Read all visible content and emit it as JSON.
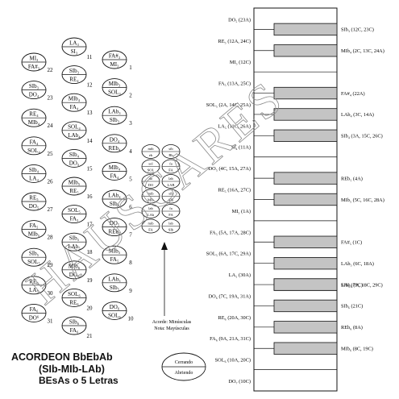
{
  "title": {
    "line1": "ACORDEON BbEbAb",
    "line2": "(SIb-MIb-LAb)",
    "line3": "BEsAs o 5 Letras"
  },
  "watermark": "HAUSCARES",
  "legend": {
    "closing": "Cerrando",
    "opening": "Abriendo",
    "note_line1": "Acorde: Minúsculas",
    "note_line2": "Nota: Mayúsculas"
  },
  "rows": {
    "outer": [
      {
        "num": "22",
        "top": "MI₃",
        "bottom": "FA#₃"
      },
      {
        "num": "23",
        "top": "SIb₃",
        "bottom": "DO₄"
      },
      {
        "num": "24",
        "top": "RE₄",
        "bottom": "MIb₄"
      },
      {
        "num": "25",
        "top": "FA₄",
        "bottom": "SOL₄"
      },
      {
        "num": "26",
        "top": "SIb₄",
        "bottom": "LA₄"
      },
      {
        "num": "27",
        "top": "RE₅",
        "bottom": "DO₅"
      },
      {
        "num": "28",
        "top": "FA₅",
        "bottom": "MIb₅"
      },
      {
        "num": "29",
        "top": "SIb₅",
        "bottom": "SOL₅"
      },
      {
        "num": "30",
        "top": "RE₆",
        "bottom": "LA₅"
      },
      {
        "num": "31",
        "top": "FA₆",
        "bottom": "DO⁶"
      }
    ],
    "middle": [
      {
        "num": "11",
        "top": "LA₃",
        "bottom": "SI₃"
      },
      {
        "num": "12",
        "top": "SIb₃",
        "bottom": "RE₄"
      },
      {
        "num": "13",
        "top": "MIb₄",
        "bottom": "FA₄"
      },
      {
        "num": "14",
        "top": "SOL₄",
        "bottom": "LAb₄"
      },
      {
        "num": "15",
        "top": "SIb₄",
        "bottom": "DO₅"
      },
      {
        "num": "16",
        "top": "MIb₅",
        "bottom": "RE₅"
      },
      {
        "num": "17",
        "top": "SOL₅",
        "bottom": "FA₅"
      },
      {
        "num": "18",
        "top": "SIb₅",
        "bottom": "LAb₅"
      },
      {
        "num": "19",
        "top": "MIb₆",
        "bottom": "DO₆"
      },
      {
        "num": "20",
        "top": "SOL₆",
        "bottom": "RE₆"
      },
      {
        "num": "21",
        "top": "SIb₆",
        "bottom": "FA₆"
      }
    ],
    "inner": [
      {
        "num": "1",
        "top": "FA#₃",
        "bottom": "MI₃"
      },
      {
        "num": "2",
        "top": "MIb₃",
        "bottom": "SOL₃"
      },
      {
        "num": "3",
        "top": "LAb₃",
        "bottom": "SIb₃"
      },
      {
        "num": "4",
        "top": "DO₄",
        "bottom": "REb₄"
      },
      {
        "num": "5",
        "top": "MIb₄",
        "bottom": "FA₄"
      },
      {
        "num": "6",
        "top": "LAb₄",
        "bottom": "SIb₄"
      },
      {
        "num": "7",
        "top": "DO₅",
        "bottom": "REb₅"
      },
      {
        "num": "8",
        "top": "MIb₅",
        "bottom": "FA₅"
      },
      {
        "num": "9",
        "top": "LAb₅",
        "bottom": "SIb₅"
      },
      {
        "num": "10",
        "top": "DO₆",
        "bottom": "SOL₆"
      }
    ]
  },
  "bass_rows": [
    {
      "top": "mib",
      "bottom": "eb",
      "top2": "sib",
      "bottom2": "Bb"
    },
    {
      "top": "sol",
      "bottom": "SOL",
      "top2": "fa",
      "bottom2": "FA"
    },
    {
      "top": "do",
      "bottom": "DO",
      "top2": "lab",
      "bottom2": "LAB"
    },
    {
      "top": "mib",
      "bottom": "MIb",
      "top2": "sib",
      "bottom2": "SIb"
    },
    {
      "top": "lab",
      "bottom": "LAb",
      "top2": "fa",
      "bottom2": "FA"
    },
    {
      "top": "mib",
      "bottom": "FA",
      "top2": "lab",
      "bottom2": "SIb"
    }
  ],
  "keyboard": {
    "white_labels": [
      "DO₅ (23A)",
      "RE₅ (12A, 24C)",
      "MI₅ (12C)",
      "FA₅ (13A, 25C)",
      "SOL₅ (2A, 14C, 25A)",
      "LA₅ (11C, 26A)",
      "SI₄ (11A)",
      "DO₅ (4C, 15A, 27A)",
      "RE₅ (16A, 27C)",
      "MI₅ (1A)",
      "FA₅ (5A, 17A, 28C)",
      "SOL₅ (6A, 17C, 29A)",
      "LA₅ (30A)",
      "DO₆ (7C, 19A, 31A)",
      "RE₆ (20A, 30C)",
      "FA₆ (9A, 21A, 31C)",
      "SOL₆ (10A, 20C)",
      "DO₇ (10C)"
    ],
    "black_labels": [
      "SIb₃ (12C, 23C)",
      "MIb₄ (2C, 13C, 24A)",
      "FA#₄ (22A)",
      "LAb₄ (3C, 14A)",
      "SIb₄ (3A, 15C, 26C)",
      "REb₅ (4A)",
      "MIb₅ (5C, 16C, 28A)",
      "FA#₅ (1C)",
      "LAb₅ (6C, 18A)",
      "SIb₅ (7A, 18C, 29C)",
      "REb₆ (8A)",
      "MIb₆ (8C, 19C)",
      "LAb₆ (9C)",
      "SIb₆ (21C)"
    ]
  }
}
